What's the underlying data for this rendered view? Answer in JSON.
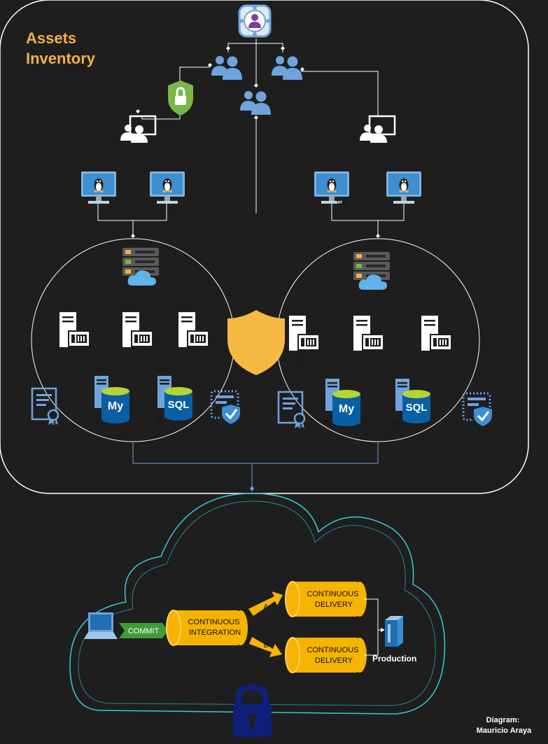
{
  "diagram": {
    "title": "Assets Inventory",
    "title_color": "#f5b041",
    "cicd": {
      "commit": "COMMIT",
      "ci": [
        "CONTINUOUS",
        "INTEGRATION"
      ],
      "cd_a": [
        "CONTINUOUS",
        "DELIVERY"
      ],
      "cd_b": [
        "CONTINUOUS",
        "DELIVERY"
      ],
      "branch_a": "A",
      "branch_b": "B",
      "production": "Production"
    },
    "small_labels": {
      "test": "Test",
      "y": "Y",
      "n1": "75",
      "n2": "75",
      "n3": "75"
    },
    "credit": [
      "Diagram:",
      "Mauricio Araya"
    ],
    "colors": {
      "background": "#1e1e1e",
      "frame": "#ffffff",
      "users": "#6fa3dc",
      "shield": "#f7b942",
      "lock_green": "#7ab648",
      "cloud": "#37c8d8",
      "pipeline": "#f6b400",
      "commit": "#3f9c35",
      "padlock": "#0f1f7a"
    },
    "icons": [
      "admin-icon",
      "users-icon",
      "lock-shield-icon",
      "linux-monitor-icon",
      "server-cloud-icon",
      "server-icon",
      "mysql-icon",
      "sql-icon",
      "certificate-icon",
      "security-badge-icon",
      "shield-icon",
      "laptop-icon",
      "production-server-icon",
      "padlock-icon"
    ]
  }
}
